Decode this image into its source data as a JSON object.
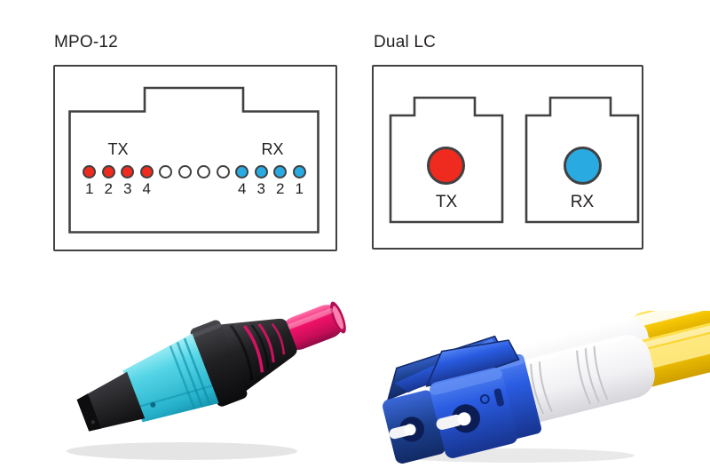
{
  "colors": {
    "outline": "#414042",
    "text": "#231f20",
    "background": "#ffffff",
    "tx_red": "#ee2b1e",
    "rx_blue": "#29abe2",
    "unused_white": "#ffffff",
    "mpo_cable_magenta": "#ef1168",
    "mpo_housing_aqua": "#45cfe0",
    "mpo_body_black": "#1b1b1d",
    "lc_connector_blue": "#2a5ce2",
    "lc_boot_white": "#f1f1f4",
    "lc_cable_yellow": "#f4c503"
  },
  "mpo_diagram": {
    "title": "MPO-12",
    "tx_label": "TX",
    "rx_label": "RX",
    "fibers": [
      {
        "number": "1",
        "role": "tx"
      },
      {
        "number": "2",
        "role": "tx"
      },
      {
        "number": "3",
        "role": "tx"
      },
      {
        "number": "4",
        "role": "tx"
      },
      {
        "number": "",
        "role": "unused"
      },
      {
        "number": "",
        "role": "unused"
      },
      {
        "number": "",
        "role": "unused"
      },
      {
        "number": "",
        "role": "unused"
      },
      {
        "number": "4",
        "role": "rx"
      },
      {
        "number": "3",
        "role": "rx"
      },
      {
        "number": "2",
        "role": "rx"
      },
      {
        "number": "1",
        "role": "rx"
      }
    ]
  },
  "lc_diagram": {
    "title": "Dual LC",
    "ports": [
      {
        "label": "TX",
        "role": "tx"
      },
      {
        "label": "RX",
        "role": "rx"
      }
    ]
  }
}
